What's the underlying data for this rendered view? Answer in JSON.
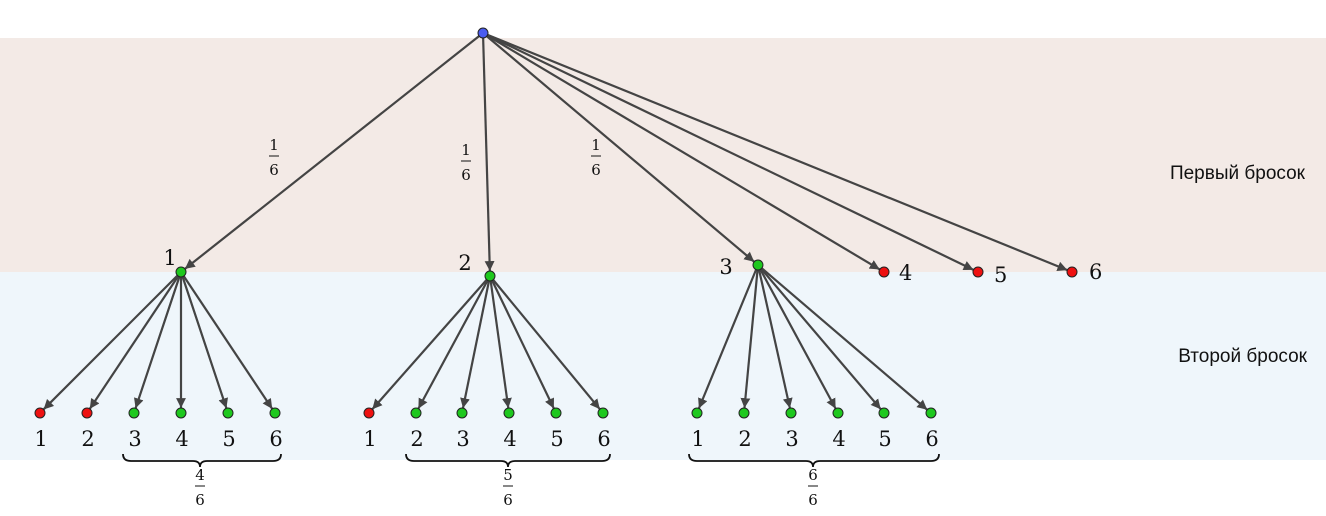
{
  "bands": {
    "first_throw": {
      "label": "Первый бросок",
      "color": "#f3eae6"
    },
    "second_throw": {
      "label": "Второй бросок",
      "color": "#eff6fb"
    }
  },
  "colors": {
    "root": "#4a5cf0",
    "success": "#1ec81e",
    "fail": "#ee1111",
    "edge": "#444444"
  },
  "root": {
    "status": "root"
  },
  "first_level": [
    {
      "label": "1",
      "status": "success",
      "edge_probability": {
        "num": "1",
        "den": "6"
      }
    },
    {
      "label": "2",
      "status": "success",
      "edge_probability": {
        "num": "1",
        "den": "6"
      }
    },
    {
      "label": "3",
      "status": "success",
      "edge_probability": {
        "num": "1",
        "den": "6"
      }
    },
    {
      "label": "4",
      "status": "fail"
    },
    {
      "label": "5",
      "status": "fail"
    },
    {
      "label": "6",
      "status": "fail"
    }
  ],
  "second_level": [
    {
      "parent": "1",
      "children": [
        {
          "label": "1",
          "status": "fail"
        },
        {
          "label": "2",
          "status": "fail"
        },
        {
          "label": "3",
          "status": "success"
        },
        {
          "label": "4",
          "status": "success"
        },
        {
          "label": "5",
          "status": "success"
        },
        {
          "label": "6",
          "status": "success"
        }
      ],
      "group_probability": {
        "num": "4",
        "den": "6"
      }
    },
    {
      "parent": "2",
      "children": [
        {
          "label": "1",
          "status": "fail"
        },
        {
          "label": "2",
          "status": "success"
        },
        {
          "label": "3",
          "status": "success"
        },
        {
          "label": "4",
          "status": "success"
        },
        {
          "label": "5",
          "status": "success"
        },
        {
          "label": "6",
          "status": "success"
        }
      ],
      "group_probability": {
        "num": "5",
        "den": "6"
      }
    },
    {
      "parent": "3",
      "children": [
        {
          "label": "1",
          "status": "success"
        },
        {
          "label": "2",
          "status": "success"
        },
        {
          "label": "3",
          "status": "success"
        },
        {
          "label": "4",
          "status": "success"
        },
        {
          "label": "5",
          "status": "success"
        },
        {
          "label": "6",
          "status": "success"
        }
      ],
      "group_probability": {
        "num": "6",
        "den": "6"
      }
    }
  ]
}
